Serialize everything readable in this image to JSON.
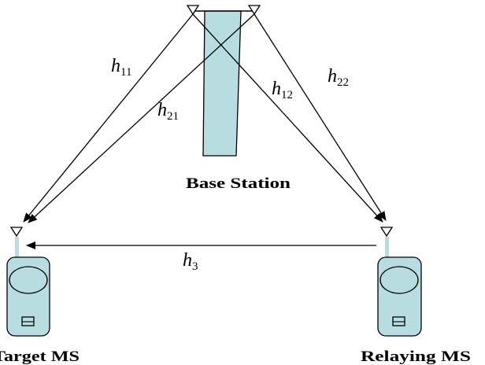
{
  "diagram": {
    "base_station": {
      "label": "Base Station"
    },
    "target_ms": {
      "label": "Target MS"
    },
    "relaying_ms": {
      "label": "Relaying MS"
    },
    "channels": {
      "h11": {
        "symbol": "h",
        "subscript": "11"
      },
      "h21": {
        "symbol": "h",
        "subscript": "21"
      },
      "h12": {
        "symbol": "h",
        "subscript": "12"
      },
      "h22": {
        "symbol": "h",
        "subscript": "22"
      },
      "h3": {
        "symbol": "h",
        "subscript": "3"
      }
    },
    "colors": {
      "fill": "#b7dde0",
      "stroke": "#000000",
      "background": "#ffffff"
    }
  }
}
